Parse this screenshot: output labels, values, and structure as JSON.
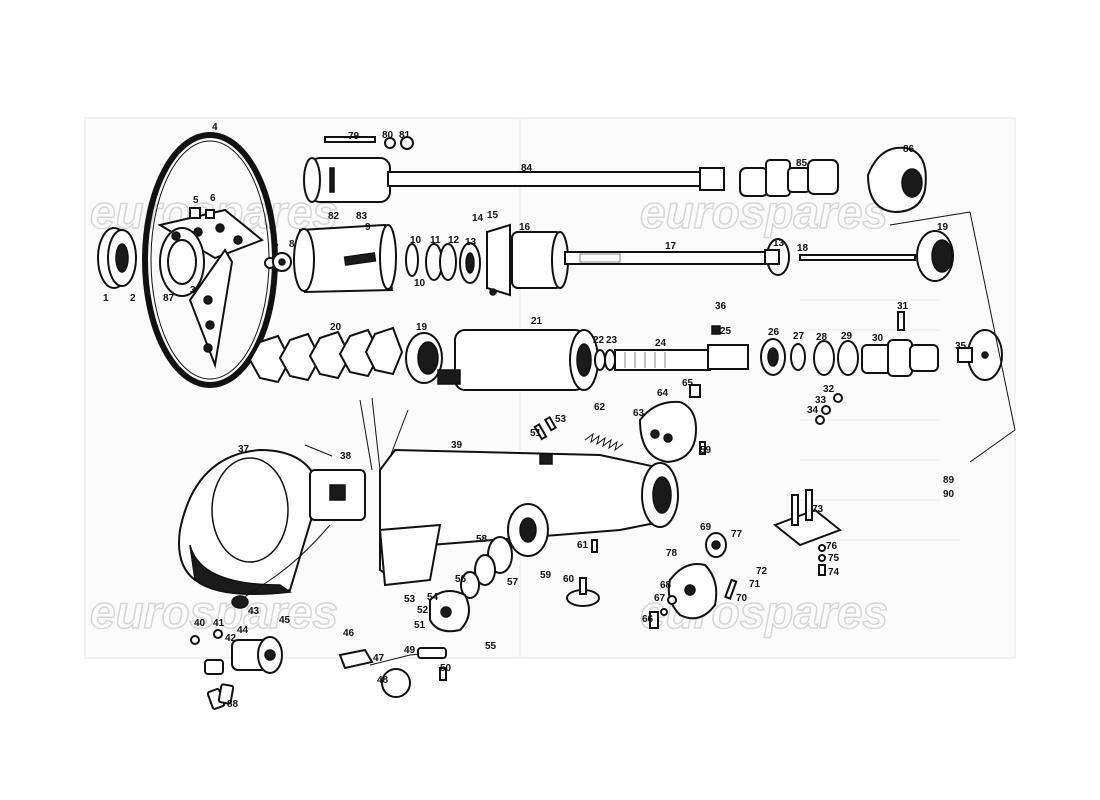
{
  "watermark": {
    "brand_text": "eurospares"
  },
  "callouts": [
    "1",
    "2",
    "3",
    "4",
    "5",
    "6",
    "7",
    "8",
    "9",
    "10",
    "10",
    "11",
    "12",
    "13",
    "13",
    "14",
    "15",
    "16",
    "17",
    "18",
    "19",
    "19",
    "20",
    "21",
    "22",
    "23",
    "24",
    "25",
    "26",
    "27",
    "28",
    "29",
    "30",
    "31",
    "32",
    "33",
    "34",
    "35",
    "36",
    "37",
    "38",
    "39",
    "40",
    "41",
    "42",
    "43",
    "44",
    "45",
    "46",
    "47",
    "48",
    "49",
    "50",
    "51",
    "51",
    "52",
    "53",
    "53",
    "54",
    "55",
    "56",
    "57",
    "58",
    "59",
    "59",
    "60",
    "61",
    "62",
    "63",
    "64",
    "65",
    "66",
    "67",
    "68",
    "69",
    "70",
    "71",
    "72",
    "73",
    "74",
    "75",
    "76",
    "77",
    "78",
    "79",
    "80",
    "81",
    "82",
    "83",
    "84",
    "85",
    "86",
    "87",
    "88",
    "89",
    "90"
  ]
}
